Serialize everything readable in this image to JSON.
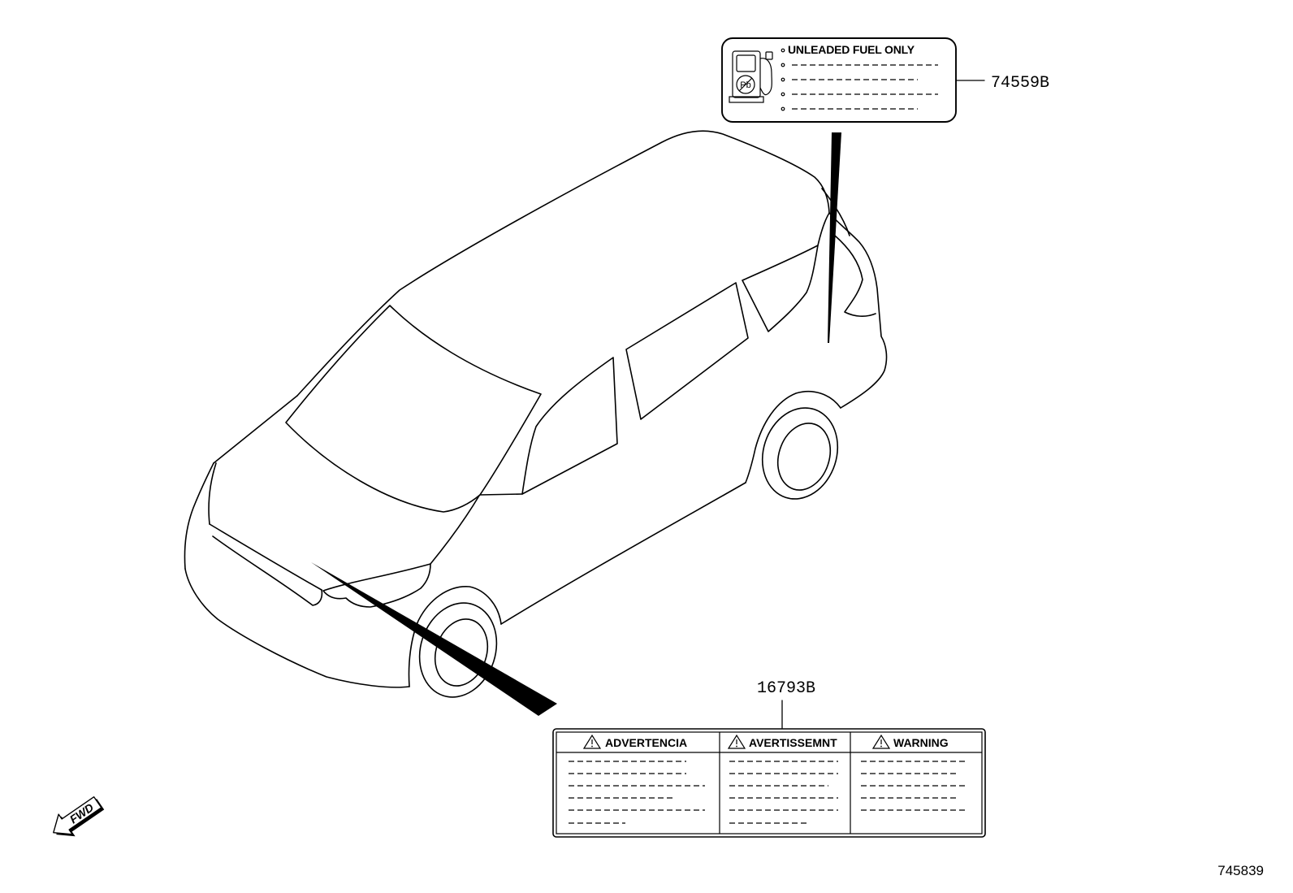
{
  "colors": {
    "line": "#000000",
    "background": "#ffffff"
  },
  "icons": {
    "fuel_pump": "fuel-pump-icon",
    "warning": "warning-triangle-icon",
    "direction": "fwd-arrow-icon"
  },
  "fuel_label": {
    "part_number": "74559B",
    "heading": "UNLEADED FUEL ONLY",
    "icon_text": "Pb"
  },
  "warning_label": {
    "part_number": "16793B",
    "headers": [
      "ADVERTENCIA",
      "AVERTISSEMNT",
      "WARNING"
    ]
  },
  "direction_marker": "FWD",
  "illustration_number": "745839"
}
